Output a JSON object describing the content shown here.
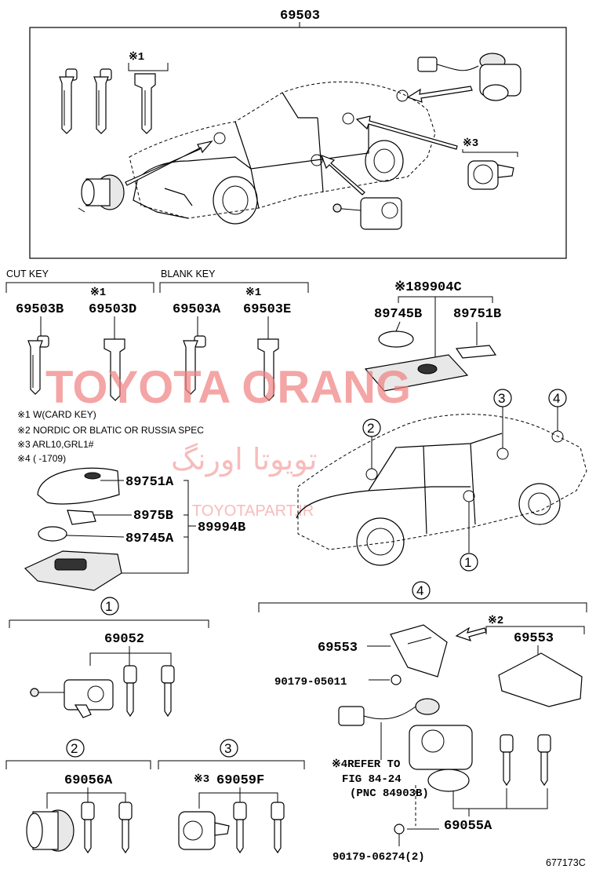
{
  "labels": {
    "top_assembly": "69503",
    "note1_top": "※1",
    "note3_top": "※3",
    "cut_key": "CUT KEY",
    "blank_key": "BLANK KEY",
    "note1_a": "※1",
    "note1_b": "※1",
    "p69503B": "69503B",
    "p69503D": "69503D",
    "p69503A": "69503A",
    "p69503E": "69503E",
    "p89904C": "※189904C",
    "p89745B": "89745B",
    "p89751B": "89751B",
    "p89751A": "89751A",
    "p8975B": "8975B",
    "p89745A": "89745A",
    "p89994B": "89994B",
    "p69052": "69052",
    "p69056A": "69056A",
    "p69059F": "69059F",
    "note3_b": "※3",
    "p69553_a": "69553",
    "p69553_b": "69553",
    "note2": "※2",
    "p90179_05011": "90179-05011",
    "refer_line1": "※4REFER TO",
    "refer_line2": "FIG 84-24",
    "refer_line3": "(PNC 84903B)",
    "p69055A": "69055A",
    "p90179_06274": "90179-06274(2)",
    "fig_code": "677173C",
    "c1": "1",
    "c2": "2",
    "c3": "3",
    "c4": "4"
  },
  "notes": [
    "※1 W(CARD KEY)",
    "※2 NORDIC OR BLATIC OR RUSSIA SPEC",
    "※3 ARL10,GRL1#",
    "※4 (       -1709)"
  ],
  "watermark": {
    "main": "TOYOTA ORANG",
    "persian": "تویوتا اورنگ",
    "site": "TOYOTAPART.IR"
  },
  "icons": [
    "car-icon",
    "key-icon",
    "smart-key-icon",
    "door-lock-cylinder-icon",
    "ignition-switch-icon",
    "trunk-lock-icon",
    "glove-box-lock-icon",
    "battery-icon",
    "nut-icon",
    "cover-icon"
  ]
}
